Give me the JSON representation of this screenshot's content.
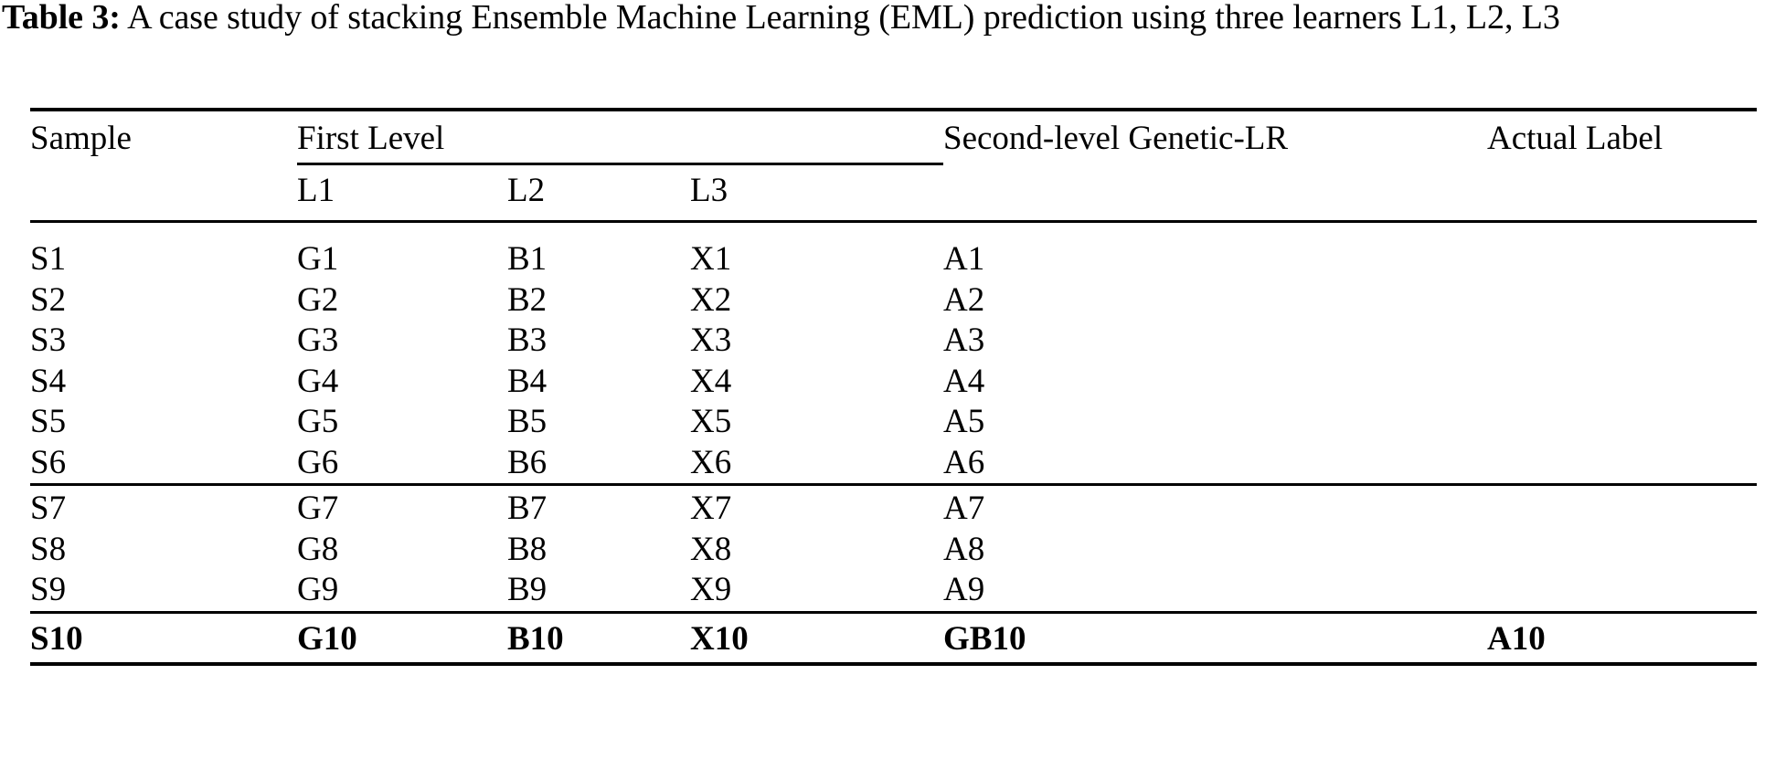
{
  "caption": {
    "label": "Table 3:",
    "text": " A case study of stacking Ensemble Machine Learning (EML) prediction using three learners L1, L2, L3"
  },
  "table": {
    "headers": {
      "sample": "Sample",
      "group_first_level": "First Level",
      "second_level": "Second-level Genetic-LR",
      "actual_label": "Actual Label",
      "sub": [
        "L1",
        "L2",
        "L3"
      ]
    },
    "rows": [
      {
        "sample": "S1",
        "l1": "G1",
        "l2": "B1",
        "l3": "X1",
        "second": "A1",
        "actual": ""
      },
      {
        "sample": "S2",
        "l1": "G2",
        "l2": "B2",
        "l3": "X2",
        "second": "A2",
        "actual": ""
      },
      {
        "sample": "S3",
        "l1": "G3",
        "l2": "B3",
        "l3": "X3",
        "second": "A3",
        "actual": ""
      },
      {
        "sample": "S4",
        "l1": "G4",
        "l2": "B4",
        "l3": "X4",
        "second": "A4",
        "actual": ""
      },
      {
        "sample": "S5",
        "l1": "G5",
        "l2": "B5",
        "l3": "X5",
        "second": "A5",
        "actual": ""
      },
      {
        "sample": "S6",
        "l1": "G6",
        "l2": "B6",
        "l3": "X6",
        "second": "A6",
        "actual": ""
      },
      {
        "sample": "S7",
        "l1": "G7",
        "l2": "B7",
        "l3": "X7",
        "second": "A7",
        "actual": ""
      },
      {
        "sample": "S8",
        "l1": "G8",
        "l2": "B8",
        "l3": "X8",
        "second": "A8",
        "actual": ""
      },
      {
        "sample": "S9",
        "l1": "G9",
        "l2": "B9",
        "l3": "X9",
        "second": "A9",
        "actual": ""
      },
      {
        "sample": "S10",
        "l1": "G10",
        "l2": "B10",
        "l3": "X10",
        "second": "GB10",
        "actual": "A10"
      }
    ]
  },
  "style": {
    "text_color": "#000000",
    "background_color": "#ffffff",
    "rule_color": "#000000"
  }
}
